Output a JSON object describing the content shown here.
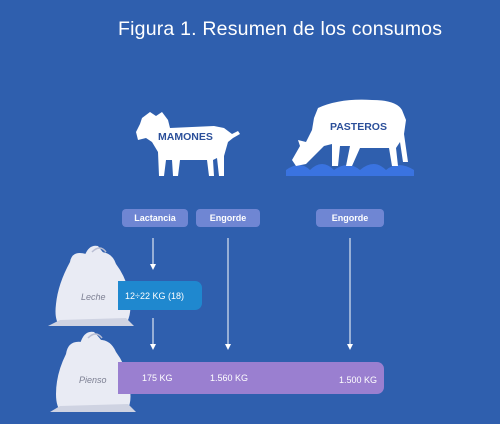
{
  "title": "Figura 1. Resumen de los consumos",
  "animals": {
    "mamones": "MAMONES",
    "pasteros": "PASTEROS"
  },
  "phases": {
    "lactancia": "Lactancia",
    "engorde_1": "Engorde",
    "engorde_2": "Engorde"
  },
  "feeds": {
    "leche": {
      "label": "Leche",
      "value": "12÷22 KG (18)",
      "color": "#1f88cf"
    },
    "pienso": {
      "label": "Pienso",
      "values": [
        "175 KG",
        "1.560 KG",
        "1.500 KG"
      ],
      "color": "#9a7fd0"
    }
  },
  "colors": {
    "background": "#2f5fae",
    "phase_pill": "#6f86d3",
    "animal_fill": "#ffffff",
    "grass": "#3a73e0"
  },
  "icons": [
    "calf-icon",
    "grazing-cow-icon",
    "milk-sack-icon",
    "feed-sack-icon",
    "down-arrow-icon"
  ]
}
